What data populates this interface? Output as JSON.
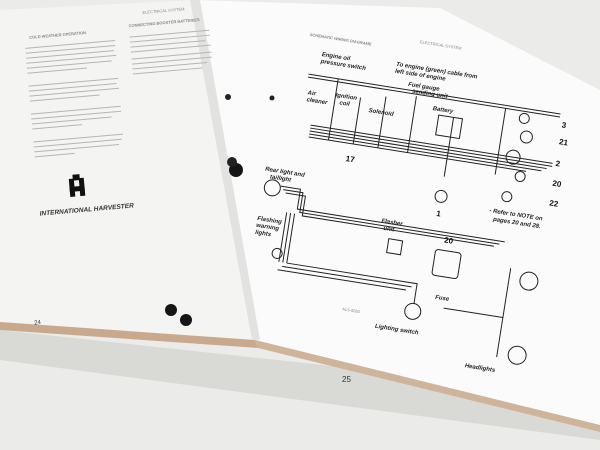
{
  "left_page": {
    "header": "ELECTRICAL SYSTEM",
    "col1_heading": "COLD WEATHER OPERATION",
    "col2_heading": "CONNECTING BOOSTER BATTERIES",
    "brand": "INTERNATIONAL HARVESTER",
    "page_number": "24"
  },
  "right_page": {
    "header": "ELECTRICAL SYSTEM",
    "diagram_title": "SCHEMATIC WIRING DIAGRAME",
    "page_number": "25",
    "part_code": "ALS-9283",
    "labels": {
      "engine_oil": "Engine oil",
      "pressure_switch": "pressure switch",
      "to_engine_1": "To engine (green) cable from",
      "to_engine_2": "left side of engine",
      "fuel_gauge": "Fuel gauge",
      "sending_unit": "sending unit",
      "air": "Air",
      "cleaner": "cleaner",
      "ignition": "Ignition",
      "coil": "coil",
      "solenoid": "Solenoid",
      "battery": "Battery",
      "rear_light_1": "Rear light and",
      "rear_light_2": "taillight",
      "flashing_1": "Flashing",
      "flashing_2": "warning",
      "flashing_3": "lights",
      "flasher_1": "Flasher",
      "flasher_2": "unit",
      "fuse": "Fuse",
      "lighting_switch": "Lighting switch",
      "headlights": "Headlights",
      "refer_1": "- Refer to NOTE on",
      "refer_2": "pages 20 and 28."
    },
    "numbers": {
      "n3": "3",
      "n21": "21",
      "n2": "2",
      "n20a": "20",
      "n22": "22",
      "n17": "17",
      "n1": "1",
      "n20b": "20"
    }
  }
}
